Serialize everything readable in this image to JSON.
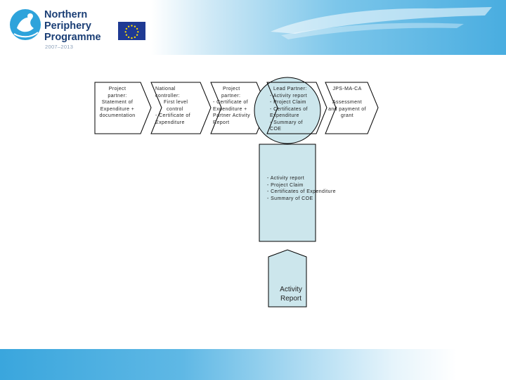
{
  "logo": {
    "line1": "Northern",
    "line2": "Periphery",
    "line3": "Programme",
    "years": "2007–2013"
  },
  "flow": {
    "step1": [
      "Project",
      "partner:",
      "Statement of",
      "Expenditure +",
      "documentation"
    ],
    "step2": [
      "National",
      "controller:",
      "First level",
      "control",
      "- Certificate of",
      "Expenditure"
    ],
    "step3": [
      "Project",
      "partner:",
      "- Certificate of",
      "Expenditure +",
      "Partner Activity",
      "Report"
    ],
    "step4": [
      "Lead Partner:",
      "- Activity report",
      "- Project Claim",
      "- Certificates of",
      "Expenditure",
      "- Summary of",
      "COE"
    ],
    "step5": [
      "JPS-MA-CA",
      "Assessment",
      "and payment of",
      "grant"
    ]
  },
  "lp_list": [
    "- Activity report",
    "- Project Claim",
    "- Certificates of Expenditure",
    "- Summary of COE"
  ],
  "report": [
    "Activity",
    "Report"
  ],
  "colors": {
    "shape_fill": "#cce6ec",
    "logo_blue": "#1a3e75",
    "eu_blue": "#1f3a93",
    "eu_star": "#ffdd00"
  }
}
